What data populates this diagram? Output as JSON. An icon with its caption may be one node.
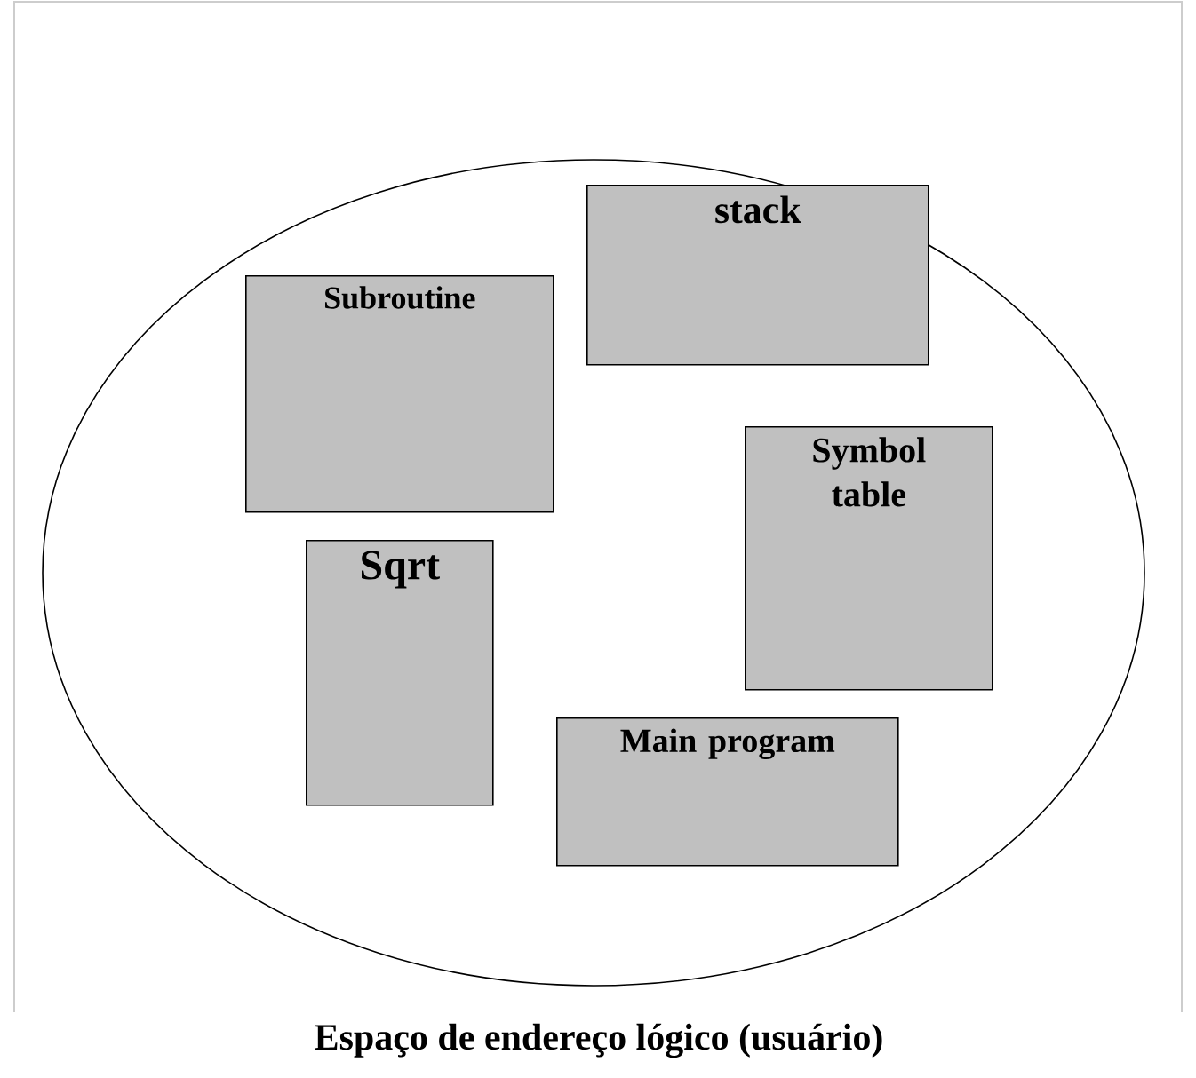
{
  "diagram": {
    "caption": "Espaço de endereço lógico (usuário)",
    "nodes": [
      {
        "text": [],
        "shape": "ellipse"
      },
      {
        "text": [
          "stack"
        ],
        "in": 0
      },
      {
        "text": [
          "Subroutine"
        ],
        "in": 0
      },
      {
        "text": [
          "Symbol table"
        ],
        "in": 0
      },
      {
        "text": [
          "Sqrt"
        ],
        "in": 0
      },
      {
        "text": [
          "Main program"
        ],
        "in": 0
      }
    ]
  }
}
